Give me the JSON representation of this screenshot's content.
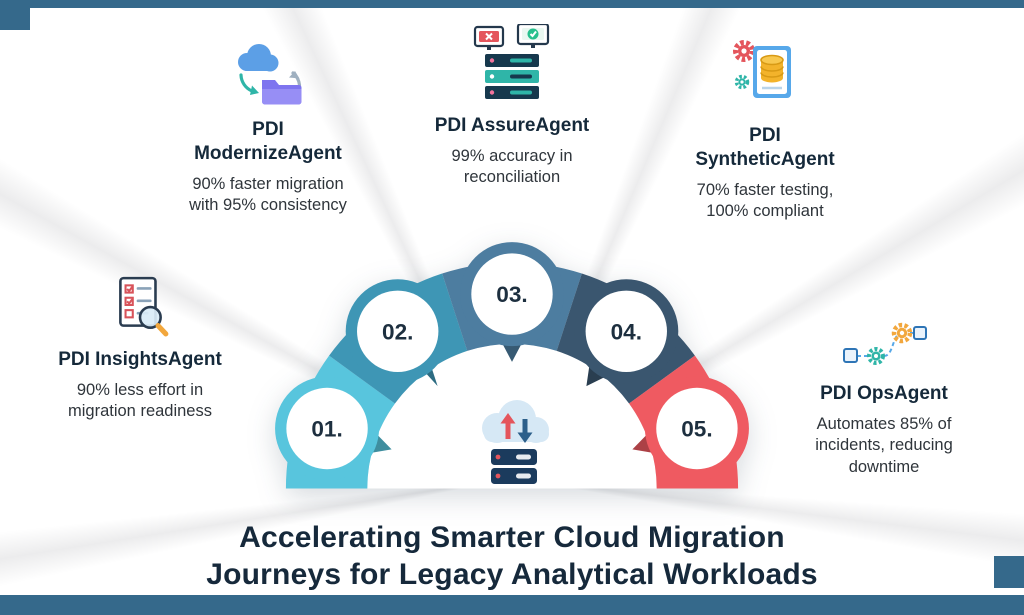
{
  "page": {
    "accent_color": "#35698b",
    "background_color": "#ffffff",
    "title_color": "#16293b"
  },
  "heading": {
    "line1": "Accelerating Smarter Cloud Migration",
    "line2": "Journeys for Legacy Analytical Workloads"
  },
  "center_icon": "cloud-data-migration-server",
  "agents": [
    {
      "number": "01.",
      "name": "PDI InsightsAgent",
      "description": "90% less effort in\nmigration readiness",
      "color": "#58c5dd",
      "icon": "audit-checklist-magnifier-icon"
    },
    {
      "number": "02.",
      "name": "PDI\nModernizeAgent",
      "description": "90% faster migration\nwith 95% consistency",
      "color": "#3e96b5",
      "icon": "cloud-folder-sync-icon"
    },
    {
      "number": "03.",
      "name": "PDI AssureAgent",
      "description": "99% accuracy in\nreconciliation",
      "color": "#4d7da0",
      "icon": "monitors-validation-server-icon"
    },
    {
      "number": "04.",
      "name": "PDI\nSyntheticAgent",
      "description": "70% faster testing,\n100% compliant",
      "color": "#3a566f",
      "icon": "gear-database-document-icon"
    },
    {
      "number": "05.",
      "name": "PDI OpsAgent",
      "description": "Automates 85% of\nincidents, reducing\ndowntime",
      "color": "#ef5a61",
      "icon": "workflow-automation-gears-icon"
    }
  ]
}
